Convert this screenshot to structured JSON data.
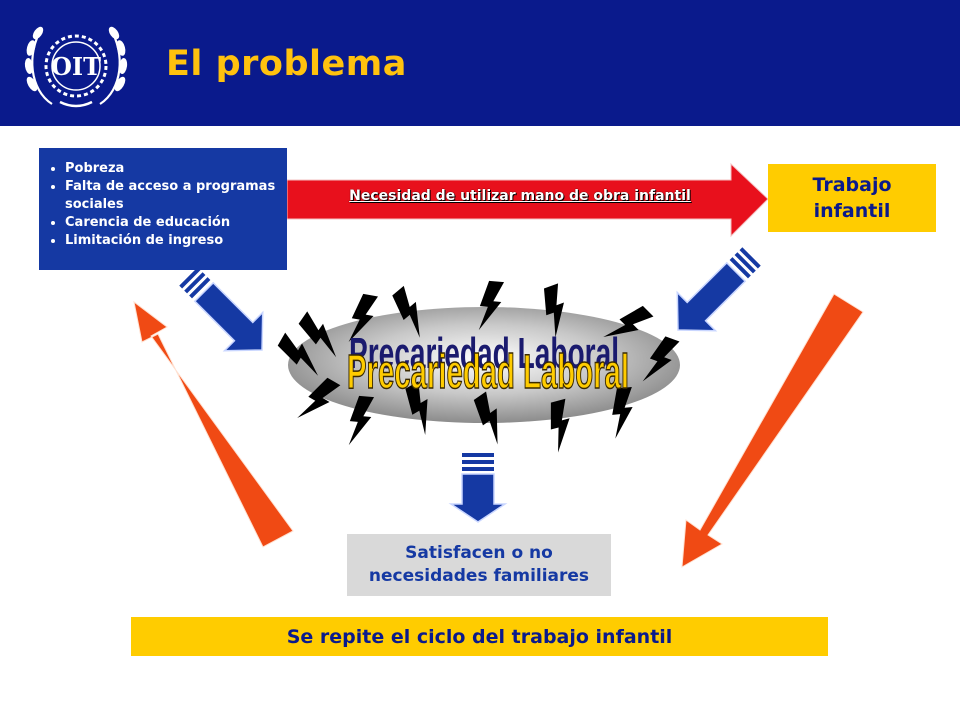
{
  "header": {
    "logo_text": "OIT",
    "title": "El problema",
    "background_color": "#0a1a8c",
    "title_color": "#ffc20e"
  },
  "causes": {
    "items": [
      "Pobreza",
      "Falta de acceso a programas sociales",
      "Carencia de educación",
      "Limitación de ingreso"
    ]
  },
  "arrow_need": {
    "label": "Necesidad de utilizar mano de obra infantil",
    "color": "#e8101c"
  },
  "trabajo_box": {
    "label": "Trabajo\ninfantil"
  },
  "center": {
    "ghost_text": "Precariedad Laboral",
    "text": "Precariedad Laboral",
    "text_color": "#ffcc00"
  },
  "satisfacen_box": {
    "label": "Satisfacen o no\nnecesidades familiares"
  },
  "ciclo_box": {
    "label": "Se repite el ciclo del trabajo infantil"
  },
  "colors": {
    "accent_yellow": "#ffcc00",
    "blue_arrow": "#1539a3",
    "orange_arrow": "#f04a14"
  }
}
